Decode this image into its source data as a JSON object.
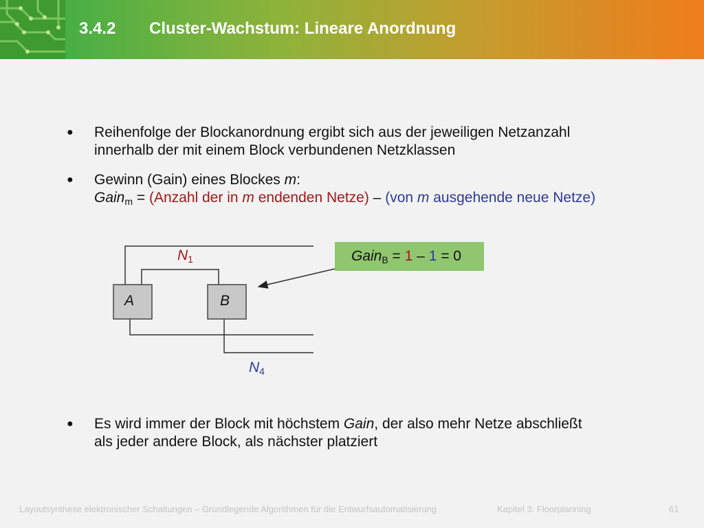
{
  "header": {
    "section_number": "3.4.2",
    "title": "Cluster-Wachstum: Lineare Anordnung"
  },
  "bullets": {
    "b1_line1": "Reihenfolge der Blockanordnung ergibt sich aus der jeweiligen Netzanzahl",
    "b1_line2": "innerhalb der mit einem Block verbundenen Netzklassen",
    "b2_line1_a": "Gewinn (Gain) eines Blockes ",
    "b2_line1_var": "m",
    "b2_line1_end": ":",
    "b2_gain": "Gain",
    "b2_gain_sub": "m",
    "b2_eq": " = ",
    "b2_red_a": "(Anzahl der in ",
    "b2_red_m": "m",
    "b2_red_b": " endenden Netze)",
    "b2_minus": " – ",
    "b2_blue_a": "(von ",
    "b2_blue_m": "m",
    "b2_blue_b": " ausgehende neue Netze)",
    "b3_line1_a": "Es wird immer der Block mit höchstem ",
    "b3_line1_gain": "Gain",
    "b3_line1_b": ", der also mehr Netze abschließt",
    "b3_line2": "als jeder andere Block, als nächster platziert"
  },
  "diagram": {
    "block_a": "A",
    "block_b": "B",
    "net_n1": "N",
    "net_n1_sub": "1",
    "net_n4": "N",
    "net_n4_sub": "4",
    "callout_gain": "Gain",
    "callout_sub": "B",
    "callout_eq1": " = ",
    "callout_one_red": "1",
    "callout_minus": " – ",
    "callout_one_blue": "1",
    "callout_eq2": " = 0"
  },
  "colors": {
    "red": "#a01818",
    "blue": "#2c3a9a",
    "callout_bg": "#90c66e",
    "block_fill": "#c8c8c8"
  },
  "footer": {
    "course": "Layoutsynthese elektronischer Schaltungen – Grundlegende Algorithmen für die Entwurfsautomatisierung",
    "chapter": "Kapitel 3: Floorplanning",
    "page": "61"
  }
}
